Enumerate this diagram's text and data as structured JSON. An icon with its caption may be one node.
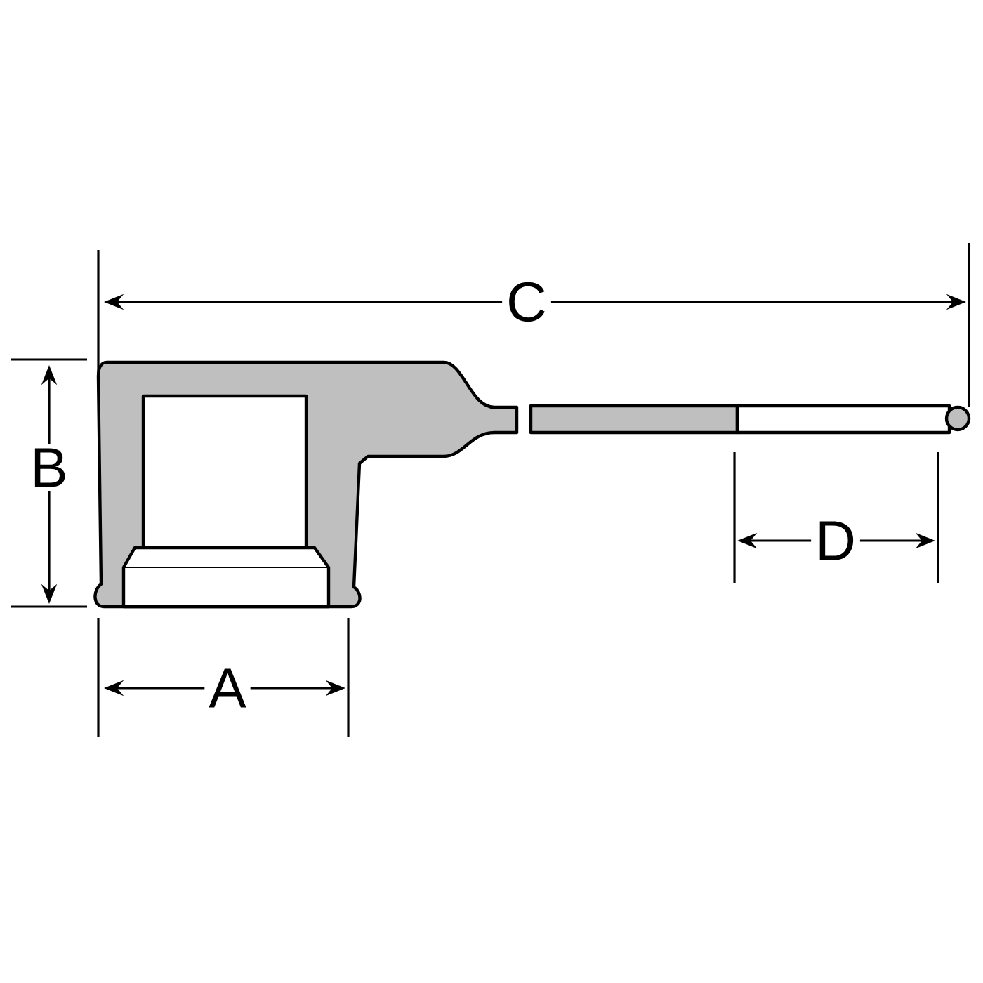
{
  "diagram": {
    "labels": [
      "C",
      "B",
      "D",
      "A"
    ]
  }
}
